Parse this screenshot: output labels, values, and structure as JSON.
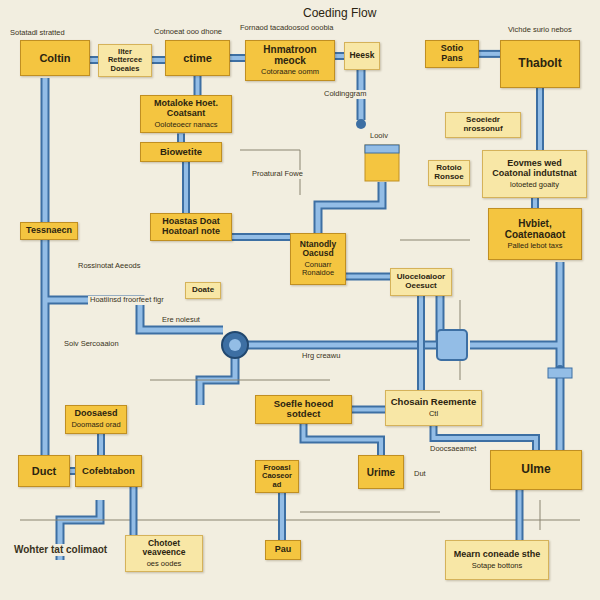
{
  "diagram": {
    "title": "Coeding Flow",
    "nodes": [
      {
        "text": [
          "Coltin"
        ]
      },
      {
        "text": [
          "Ilter Rettercee Doeaies"
        ]
      },
      {
        "text": [
          "ctime"
        ]
      },
      {
        "text": [
          "Hnmatroon meock",
          "Cotoraane oomm"
        ]
      },
      {
        "text": [
          "Heesk"
        ]
      },
      {
        "text": [
          "Sotio Pans"
        ]
      },
      {
        "text": [
          "Thabolt"
        ]
      },
      {
        "text": [
          "Motaloke Hoet. Coatsant",
          "Ooloteoecr nanacs"
        ]
      },
      {
        "text": [
          "Seoeiedr nrossonuf"
        ]
      },
      {
        "text": [
          "Biowetite"
        ]
      },
      {
        "text": [
          "Rotoio Ronsoe"
        ]
      },
      {
        "text": [
          "Eovmes wed Coatonal indutstnat",
          "lotoeted goaity"
        ]
      },
      {
        "text": [
          "Tessnaecn"
        ]
      },
      {
        "text": [
          "Hoastas Doat Hoatoarl note"
        ]
      },
      {
        "text": [
          "Ntanodly Oacusd",
          "Conuarr Ronaidoe"
        ]
      },
      {
        "text": [
          "Hvbiet, Coatenaoaot",
          "Palled lebot taxs"
        ]
      },
      {
        "text": [
          "Uloceloaioor Oeesuct"
        ]
      },
      {
        "text": [
          "Doate"
        ]
      },
      {
        "text": [
          "Soefle hoeod sotdect"
        ]
      },
      {
        "text": [
          "Chosain Reemente",
          "Ctl"
        ]
      },
      {
        "text": [
          "Doosaesd",
          "Doomasd orad"
        ]
      },
      {
        "text": [
          "Duct"
        ]
      },
      {
        "text": [
          "Cofebtabon"
        ]
      },
      {
        "text": [
          "Frooasl Caoseorad"
        ]
      },
      {
        "text": [
          "Urime"
        ]
      },
      {
        "text": [
          "Ulme"
        ]
      },
      {
        "text": [
          "Chotoet veaveence",
          "oes oodes"
        ]
      },
      {
        "text": [
          "Pau"
        ]
      },
      {
        "text": [
          "Mearn coneade sthe",
          "Sotape bottons"
        ]
      }
    ],
    "edges": [
      {
        "from": 0,
        "to": 1,
        "arrow": "none"
      },
      {
        "from": 1,
        "to": 2,
        "arrow": "none"
      },
      {
        "from": 2,
        "to": 3,
        "arrow": "none"
      },
      {
        "from": 3,
        "to": 4,
        "arrow": "none"
      },
      {
        "from": 5,
        "to": 6,
        "arrow": "none"
      },
      {
        "from": 2,
        "to": 7,
        "arrow": "none"
      },
      {
        "from": 7,
        "to": 9,
        "arrow": "none"
      },
      {
        "from": 9,
        "to": 13,
        "arrow": "none"
      },
      {
        "from": 13,
        "to": 14,
        "arrow": "none"
      },
      {
        "from": 14,
        "to": 16,
        "arrow": "none"
      },
      {
        "from": 6,
        "to": 11,
        "arrow": "none"
      },
      {
        "from": 11,
        "to": 15,
        "arrow": "none"
      },
      {
        "from": 16,
        "to": 19,
        "arrow": "none"
      },
      {
        "from": 18,
        "to": 19,
        "arrow": "none"
      },
      {
        "from": 18,
        "to": 24,
        "arrow": "none"
      },
      {
        "from": 19,
        "to": 25,
        "arrow": "none"
      },
      {
        "from": 20,
        "to": 22,
        "arrow": "none"
      },
      {
        "from": 21,
        "to": 22,
        "arrow": "none"
      },
      {
        "from": 22,
        "to": 26,
        "arrow": "none"
      },
      {
        "from": 23,
        "to": 27,
        "arrow": "none"
      },
      {
        "from": 25,
        "to": 28,
        "arrow": "none"
      }
    ],
    "labels": [
      "Sotatadl stratted",
      "Cotnoeat ooo dhone",
      "Fornaod tacadoosod ooobia",
      "Vichde surio nebos",
      "Coldinggram",
      "Looiv",
      "Proatural Fowe",
      "Hoatiinsd froorfeet figr",
      "Rossinotat Aeeods",
      "Soiv Sercoaaion",
      "Ere nolesut",
      "Hrg creawu",
      "Doocsaeamet",
      "Dut",
      "Wohter tat colimaot"
    ]
  }
}
